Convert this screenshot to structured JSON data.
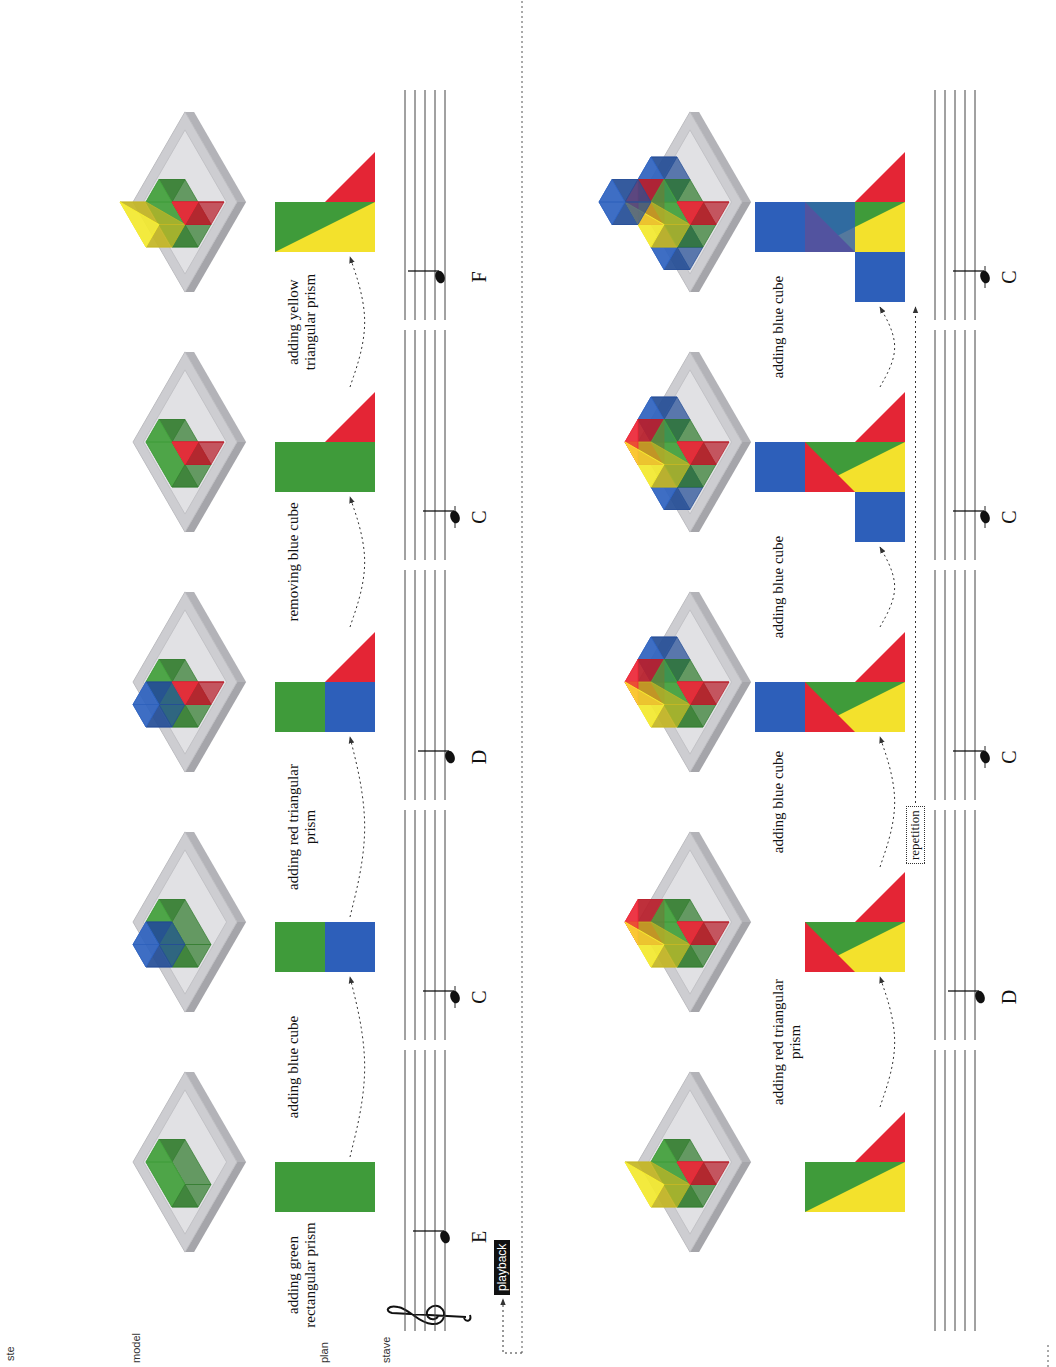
{
  "diagram": {
    "nodes": [
      {
        "text": [
          "playback"
        ]
      },
      {
        "text": [
          "repetition"
        ]
      }
    ],
    "labels": [
      "ste",
      "model",
      "plan",
      "stave",
      "adding green rectangular prism",
      "E",
      "adding blue cube",
      "C",
      "adding red triangular prism",
      "D",
      "removing blue cube",
      "C",
      "adding yellow triangular prism",
      "F",
      "adding red triangular prism",
      "D",
      "adding blue cube",
      "C",
      "adding blue cube",
      "C",
      "adding blue cube",
      "C"
    ]
  }
}
